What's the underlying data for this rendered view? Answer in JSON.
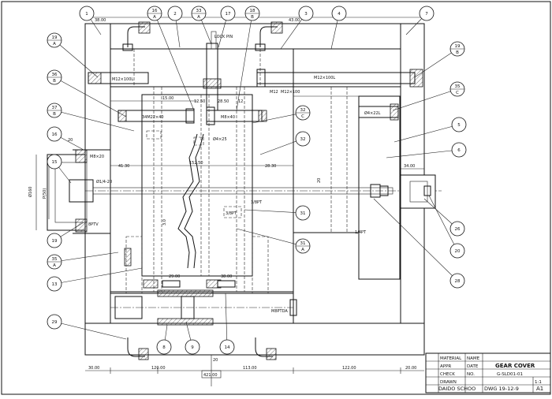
{
  "balloons": [
    {
      "id": "b1",
      "main": "1"
    },
    {
      "id": "b16",
      "main": "16",
      "sub": "A"
    },
    {
      "id": "b2",
      "main": "2"
    },
    {
      "id": "b33",
      "main": "33",
      "sub": "A"
    },
    {
      "id": "b17",
      "main": "17"
    },
    {
      "id": "b18",
      "main": "18",
      "sub": "B"
    },
    {
      "id": "b3",
      "main": "3"
    },
    {
      "id": "b4",
      "main": "4"
    },
    {
      "id": "b7",
      "main": "7"
    },
    {
      "id": "b19a",
      "main": "19",
      "sub": "A"
    },
    {
      "id": "b19b",
      "main": "19",
      "sub": "B"
    },
    {
      "id": "b36",
      "main": "36",
      "sub": "B"
    },
    {
      "id": "b35c",
      "main": "35",
      "sub": "C"
    },
    {
      "id": "b37",
      "main": "37",
      "sub": "B"
    },
    {
      "id": "b32c",
      "main": "32",
      "sub": "C"
    },
    {
      "id": "b5",
      "main": "5"
    },
    {
      "id": "b16l",
      "main": "16"
    },
    {
      "id": "b32",
      "main": "32"
    },
    {
      "id": "b6",
      "main": "6"
    },
    {
      "id": "b15",
      "main": "15"
    },
    {
      "id": "b31",
      "main": "31"
    },
    {
      "id": "b26",
      "main": "26"
    },
    {
      "id": "b31a",
      "main": "31",
      "sub": "A"
    },
    {
      "id": "b20",
      "main": "20"
    },
    {
      "id": "b19",
      "main": "19"
    },
    {
      "id": "b35a",
      "main": "35",
      "sub": "A"
    },
    {
      "id": "b13",
      "main": "13"
    },
    {
      "id": "b28",
      "main": "28"
    },
    {
      "id": "b29",
      "main": "29"
    },
    {
      "id": "b8",
      "main": "8"
    },
    {
      "id": "b9",
      "main": "9"
    },
    {
      "id": "b14",
      "main": "14"
    }
  ],
  "dimensions": {
    "top_left": "38.00",
    "top_right": "43.00",
    "mid_a": "15.00",
    "mid_b": "12.50",
    "mid_c": "28.50",
    "left_41": "41.30",
    "center_152": "152.50",
    "right_28": "28.30",
    "right_34": "34.00",
    "dia_left": "Ø160",
    "p_left": "P(50)",
    "d_29": "29.00",
    "d_38": "38.00",
    "vert_30": "3.0",
    "vert_20": "20",
    "bottom_30": "30.00",
    "bottom_120": "120.00",
    "bottom_113": "113.00",
    "bottom_122": "122.00",
    "bottom_20": "20.00",
    "total": "421.00",
    "angle": "20",
    "small_20": "20"
  },
  "notes": {
    "screw_top": "M12×100L",
    "screw_top2": "M12×100L",
    "spring_left": "34M22×40",
    "spring_mid": "M8×40",
    "drawing_note": "Ø4×22L",
    "nut": "Ø4×25",
    "pin_left": "Ø1/4-20",
    "pin_mid": "3/8PT",
    "pin_mid2": "3/8PT",
    "pin_right": "1/4PT",
    "bolt_left": "8PTV",
    "bolt_small": "M8×20",
    "bottom_pipe": "M8PTDA",
    "m12a": "M12",
    "m12b": "M12×100",
    "lock": "LOCK PIN",
    "tl": "12"
  },
  "title_block": {
    "title": "GEAR COVER",
    "subtitle": "G-SLD01-01",
    "company": "DAIDO SCHOO",
    "drawing_no": "DWG 19-12-9",
    "size": "A1",
    "scale": "1:1",
    "row1": "MATERIAL",
    "row2": "APPR",
    "row3": "CHECK",
    "row4": "DRAWN",
    "note1": "NAME",
    "note2": "DATE",
    "note3": "NO."
  }
}
